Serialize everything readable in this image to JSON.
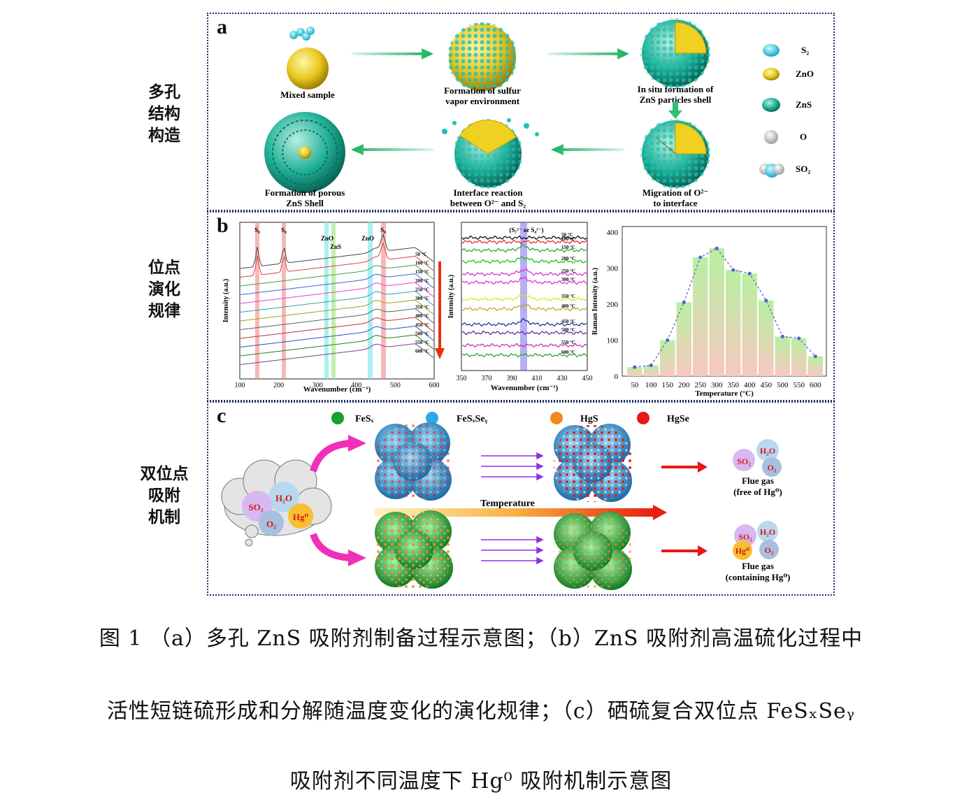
{
  "side_labels": {
    "a": [
      "多孔",
      "结构",
      "构造"
    ],
    "b": [
      "位点",
      "演化",
      "规律"
    ],
    "c": [
      "双位点",
      "吸附",
      "机制"
    ]
  },
  "panel_a": {
    "label": "a",
    "steps": {
      "mixed": "Mixed sample",
      "sulfur_1": "Formation of sulfur",
      "sulfur_2": "vapor environment",
      "insitu_1": "In situ formation of",
      "insitu_2": "ZnS particles shell",
      "porous_1": "Formation of porous",
      "porous_2": "ZnS Shell",
      "interface_1": "Interface reaction",
      "interface_2": "between O²⁻ and S₂",
      "migration_1": "Migration of O²⁻",
      "migration_2": "to interface"
    },
    "legend": [
      "S₂",
      "ZnO",
      "ZnS",
      "O",
      "SO₂"
    ],
    "colors": {
      "s2": "#20c0b0",
      "zno": "#e8c820",
      "zns": "#1aa08a",
      "o": "#c8c8c8",
      "so2": "#40c8e8"
    }
  },
  "panel_b": {
    "label": "b",
    "xrd": {
      "xlabel": "Wavenumber (cm⁻¹)",
      "ylabel": "Intensity (a.u.)",
      "xticks": [
        "100",
        "200",
        "300",
        "400",
        "500",
        "600"
      ],
      "band_labels": [
        "S₈",
        "S₈",
        "ZnO",
        "ZnS",
        "ZnO",
        "S₈"
      ],
      "temps": [
        "50 °C",
        "100 °C",
        "150 °C",
        "200 °C",
        "250 °C",
        "300 °C",
        "350 °C",
        "400 °C",
        "450 °C",
        "500 °C",
        "550 °C",
        "600 °C"
      ]
    },
    "raman": {
      "xlabel": "Wavenumber (cm⁻¹)",
      "ylabel": "Intensity (a.u.)",
      "xticks": [
        "350",
        "370",
        "390",
        "410",
        "430",
        "450"
      ],
      "band_label": "(S₇²⁻ or S₄²⁻)",
      "temps": [
        "50 °C",
        "100 °C",
        "150 °C",
        "200 °C",
        "250 °C",
        "300 °C",
        "350 °C",
        "400 °C",
        "450 °C",
        "500 °C",
        "550 °C",
        "600 °C"
      ]
    }
  },
  "chart_data": {
    "type": "bar",
    "categories": [
      "50",
      "100",
      "150",
      "200",
      "250",
      "300",
      "350",
      "400",
      "450",
      "500",
      "550",
      "600"
    ],
    "values": [
      25,
      30,
      100,
      205,
      330,
      355,
      295,
      285,
      210,
      110,
      105,
      55
    ],
    "xlabel": "Temperature (°C)",
    "ylabel": "Raman Intensity (a.u.)",
    "ylim": [
      0,
      400
    ],
    "yticks": [
      "0",
      "100",
      "200",
      "300",
      "400"
    ],
    "colors": {
      "bar_top": "#b8f0a0",
      "bar_bottom": "#f8c8c0",
      "line": "#6a70e0",
      "point": "#5a60d8"
    }
  },
  "panel_c": {
    "label": "c",
    "legend": [
      {
        "label": "FeSₓ",
        "color": "#18a030"
      },
      {
        "label": "FeSₓSeᵧ",
        "color": "#2aa8e8"
      },
      {
        "label": "HgS",
        "color": "#f08820"
      },
      {
        "label": "HgSe",
        "color": "#e81818"
      }
    ],
    "cloud": {
      "h2o": "H₂O",
      "so2": "SO₂",
      "hg": "Hg⁰",
      "o2": "O₂"
    },
    "temperature": "Temperature",
    "flue_top_1": "Flue gas",
    "flue_top_2": "(free of Hg⁰)",
    "flue_bottom_1": "Flue gas",
    "flue_bottom_2": "(containing Hg⁰)"
  },
  "caption": {
    "line1": "图 1 （a）多孔 ZnS 吸附剂制备过程示意图；（b）ZnS 吸附剂高温硫化过程中",
    "line2": "活性短链硫形成和分解随温度变化的演化规律；（c）硒硫复合双位点 FeSₓSeᵧ",
    "line3": "吸附剂不同温度下 Hg⁰ 吸附机制示意图"
  }
}
